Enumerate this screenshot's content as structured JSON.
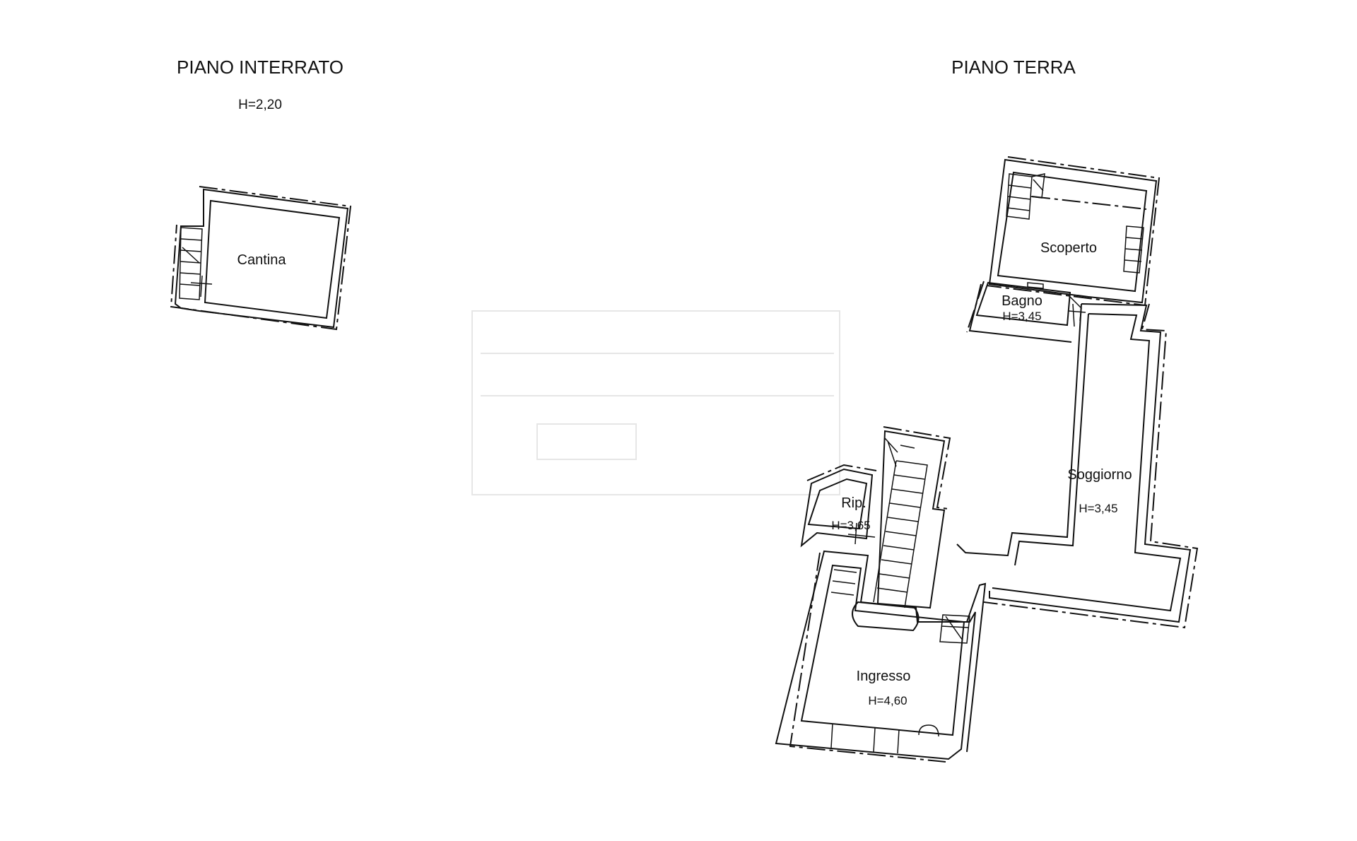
{
  "floors": {
    "basement": {
      "title": "PIANO INTERRATO",
      "height": "H=2,20",
      "rooms": {
        "cantina": "Cantina"
      }
    },
    "ground": {
      "title": "PIANO TERRA",
      "rooms": {
        "scoperto": "Scoperto",
        "bagno": {
          "name": "Bagno",
          "height": "H=3,45"
        },
        "soggiorno": {
          "name": "Soggiorno",
          "height": "H=3,45"
        },
        "ripostiglio": {
          "name": "Rip.",
          "height": "H=3,65"
        },
        "ingresso": {
          "name": "Ingresso",
          "height": "H=4,60"
        }
      }
    }
  },
  "colors": {
    "line": "#111111",
    "background": "#ffffff",
    "watermark": "#e6e6e6"
  }
}
